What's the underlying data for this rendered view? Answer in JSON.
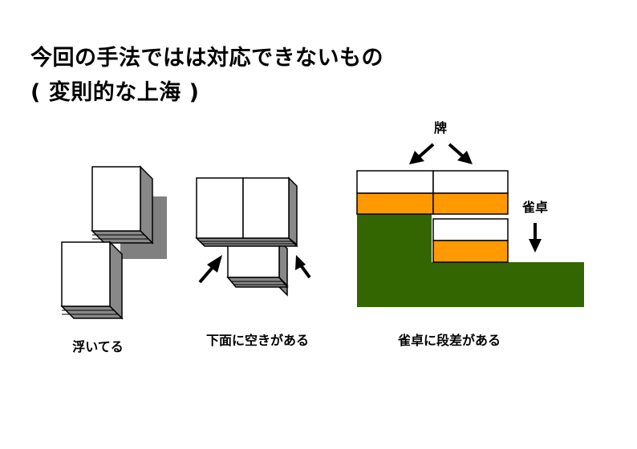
{
  "title": {
    "line1": "今回の手法ではは対応できないもの",
    "line2": "( 変則的な上海 )"
  },
  "panels": {
    "floating": {
      "caption": "浮いてる"
    },
    "gap_below": {
      "caption": "下面に空きがある"
    },
    "table_step": {
      "caption": "雀卓に段差がある",
      "tile_label": "牌",
      "table_label": "雀卓"
    }
  },
  "colors": {
    "tile_face": "#ffffff",
    "tile_side": "#888888",
    "tile_side_dark": "#555555",
    "shadow": "#808080",
    "orange": "#ff9900",
    "table_green": "#336600",
    "outline": "#000000"
  }
}
